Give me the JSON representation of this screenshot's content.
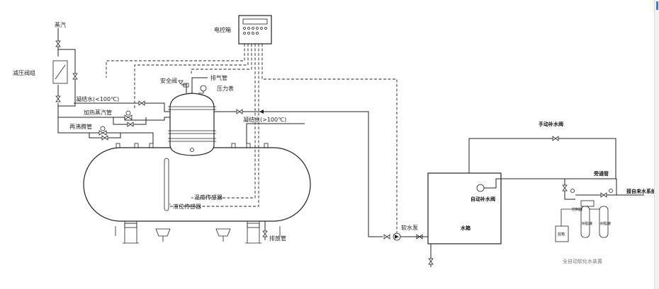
{
  "labels": {
    "steam": "蒸汽",
    "prv": "减压阀组",
    "control_box": "电控箱",
    "safety_valve": "安全阀",
    "vent_pipe": "排气管",
    "pressure_gauge": "压力表",
    "condensate_low": "凝结水(<100℃)",
    "heating_steam": "加热蒸汽管",
    "reboil_pipe": "再沸腾管",
    "condensate_high": "凝结水(>100℃)",
    "temp_sensor": "温度传感器",
    "level_sensor": "液位传感器",
    "drain_pipe": "排放管",
    "soft_pump": "软水泵",
    "manual_valve": "手动补水阀",
    "auto_valve": "自动补水阀",
    "water_tank": "水箱",
    "bypass_pipe": "旁通管",
    "tap_water": "接自来水系统",
    "softener": "全自动软化水装置",
    "salt_box": "盐箱",
    "resin_tank_1": "树脂罐",
    "resin_tank_2": "树脂罐",
    "controller": "控制器"
  }
}
